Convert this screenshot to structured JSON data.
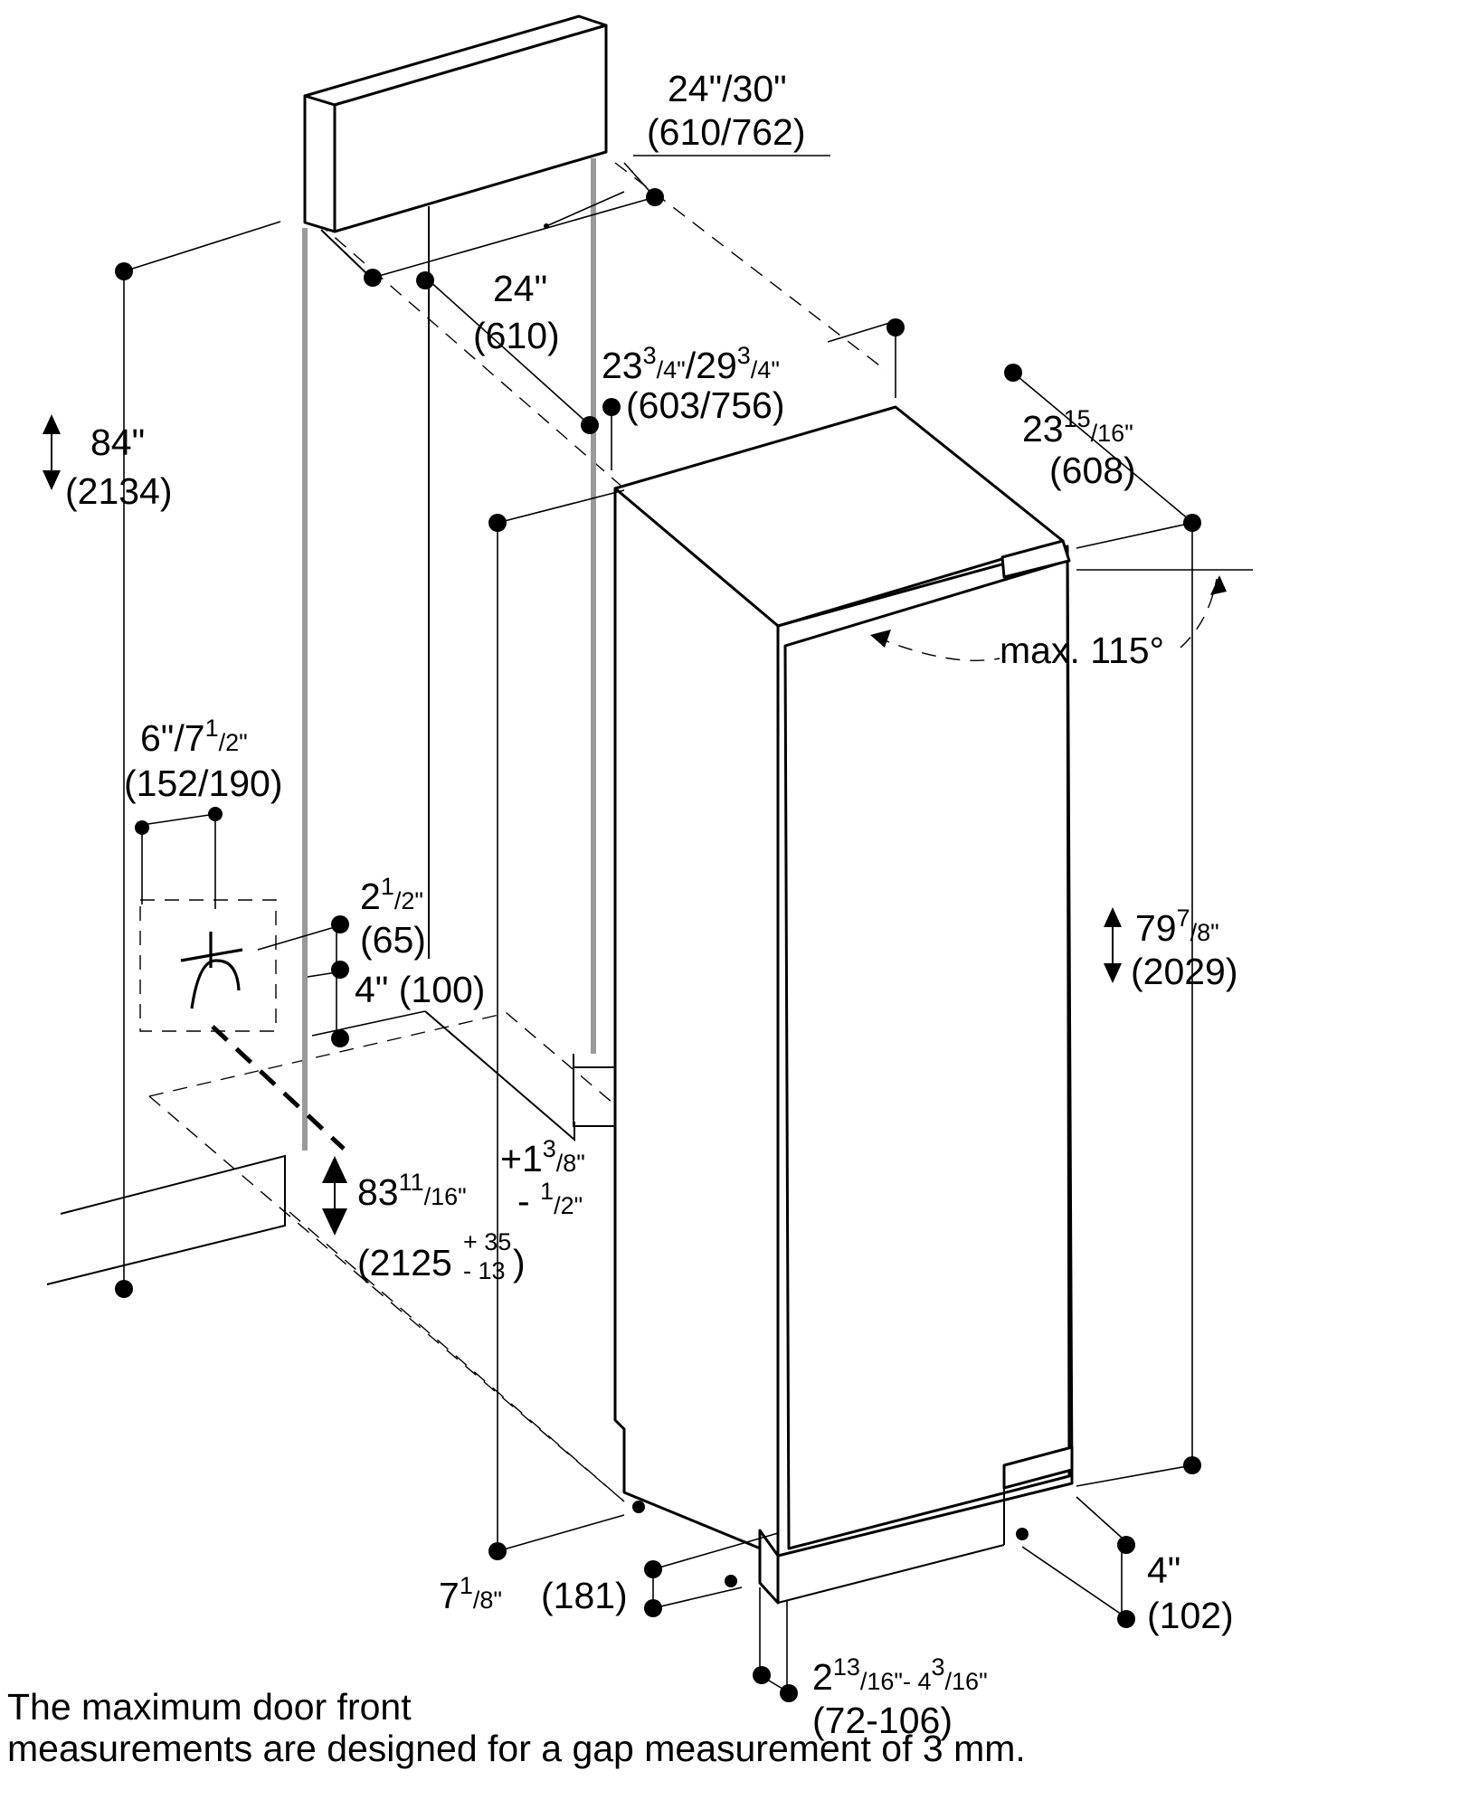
{
  "dimensions": {
    "niche_width": {
      "imperial": "24\"/30\"",
      "metric": "(610/762)"
    },
    "niche_depth": {
      "imperial": "24\"",
      "metric": "(610)"
    },
    "panel_width": {
      "imperial_whole": "23",
      "imperial_num": "3",
      "imperial_den": "/4\"",
      "imperial_sep": "/",
      "imperial_whole2": "29",
      "imperial_num2": "3",
      "imperial_den2": "/4\"",
      "metric": "(603/756)"
    },
    "appliance_depth": {
      "imperial_whole": "23",
      "imperial_num": "15",
      "imperial_den": "/16\"",
      "metric": "(608)"
    },
    "niche_height": {
      "imperial": "84\"",
      "metric": "(2134)"
    },
    "appliance_height": {
      "imperial_whole": "79",
      "imperial_num": "7",
      "imperial_den": "/8\"",
      "metric": "(2029)"
    },
    "opening_height": {
      "imperial_whole": "83",
      "imperial_num": "11",
      "imperial_den": "/16\"",
      "tol_plus": "+1",
      "tol_plus_num": "3",
      "tol_plus_den": "/8\"",
      "tol_minus": "- ",
      "tol_minus_num": "1",
      "tol_minus_den": "/2\"",
      "metric_base": "(2125",
      "metric_plus": "+ 35",
      "metric_minus": "- 13",
      "metric_close": ")"
    },
    "connection_width": {
      "imperial_a": "6\"/7",
      "imperial_num": "1",
      "imperial_den": "/2\"",
      "metric": "(152/190)"
    },
    "connection_offset": {
      "imperial_whole": "2",
      "imperial_num": "1",
      "imperial_den": "/2\"",
      "metric": "(65)"
    },
    "connection_height": {
      "label": "4\" (100)"
    },
    "door_angle": {
      "label": "max. 115°"
    },
    "base_height": {
      "imperial_whole": "7",
      "imperial_num": "1",
      "imperial_den": "/8\"",
      "metric": "(181)"
    },
    "plinth_height": {
      "imperial": "4\"",
      "metric": "(102)"
    },
    "plinth_depth": {
      "imperial_whole": "2",
      "imperial_num": "13",
      "imperial_den": "/16\"- 4",
      "imperial_num2": "3",
      "imperial_den2": "/16\"",
      "metric": "(72-106)"
    }
  },
  "footnote": {
    "line1": "The maximum door front",
    "line2": "measurements are designed for a gap measurement of 3 mm."
  }
}
